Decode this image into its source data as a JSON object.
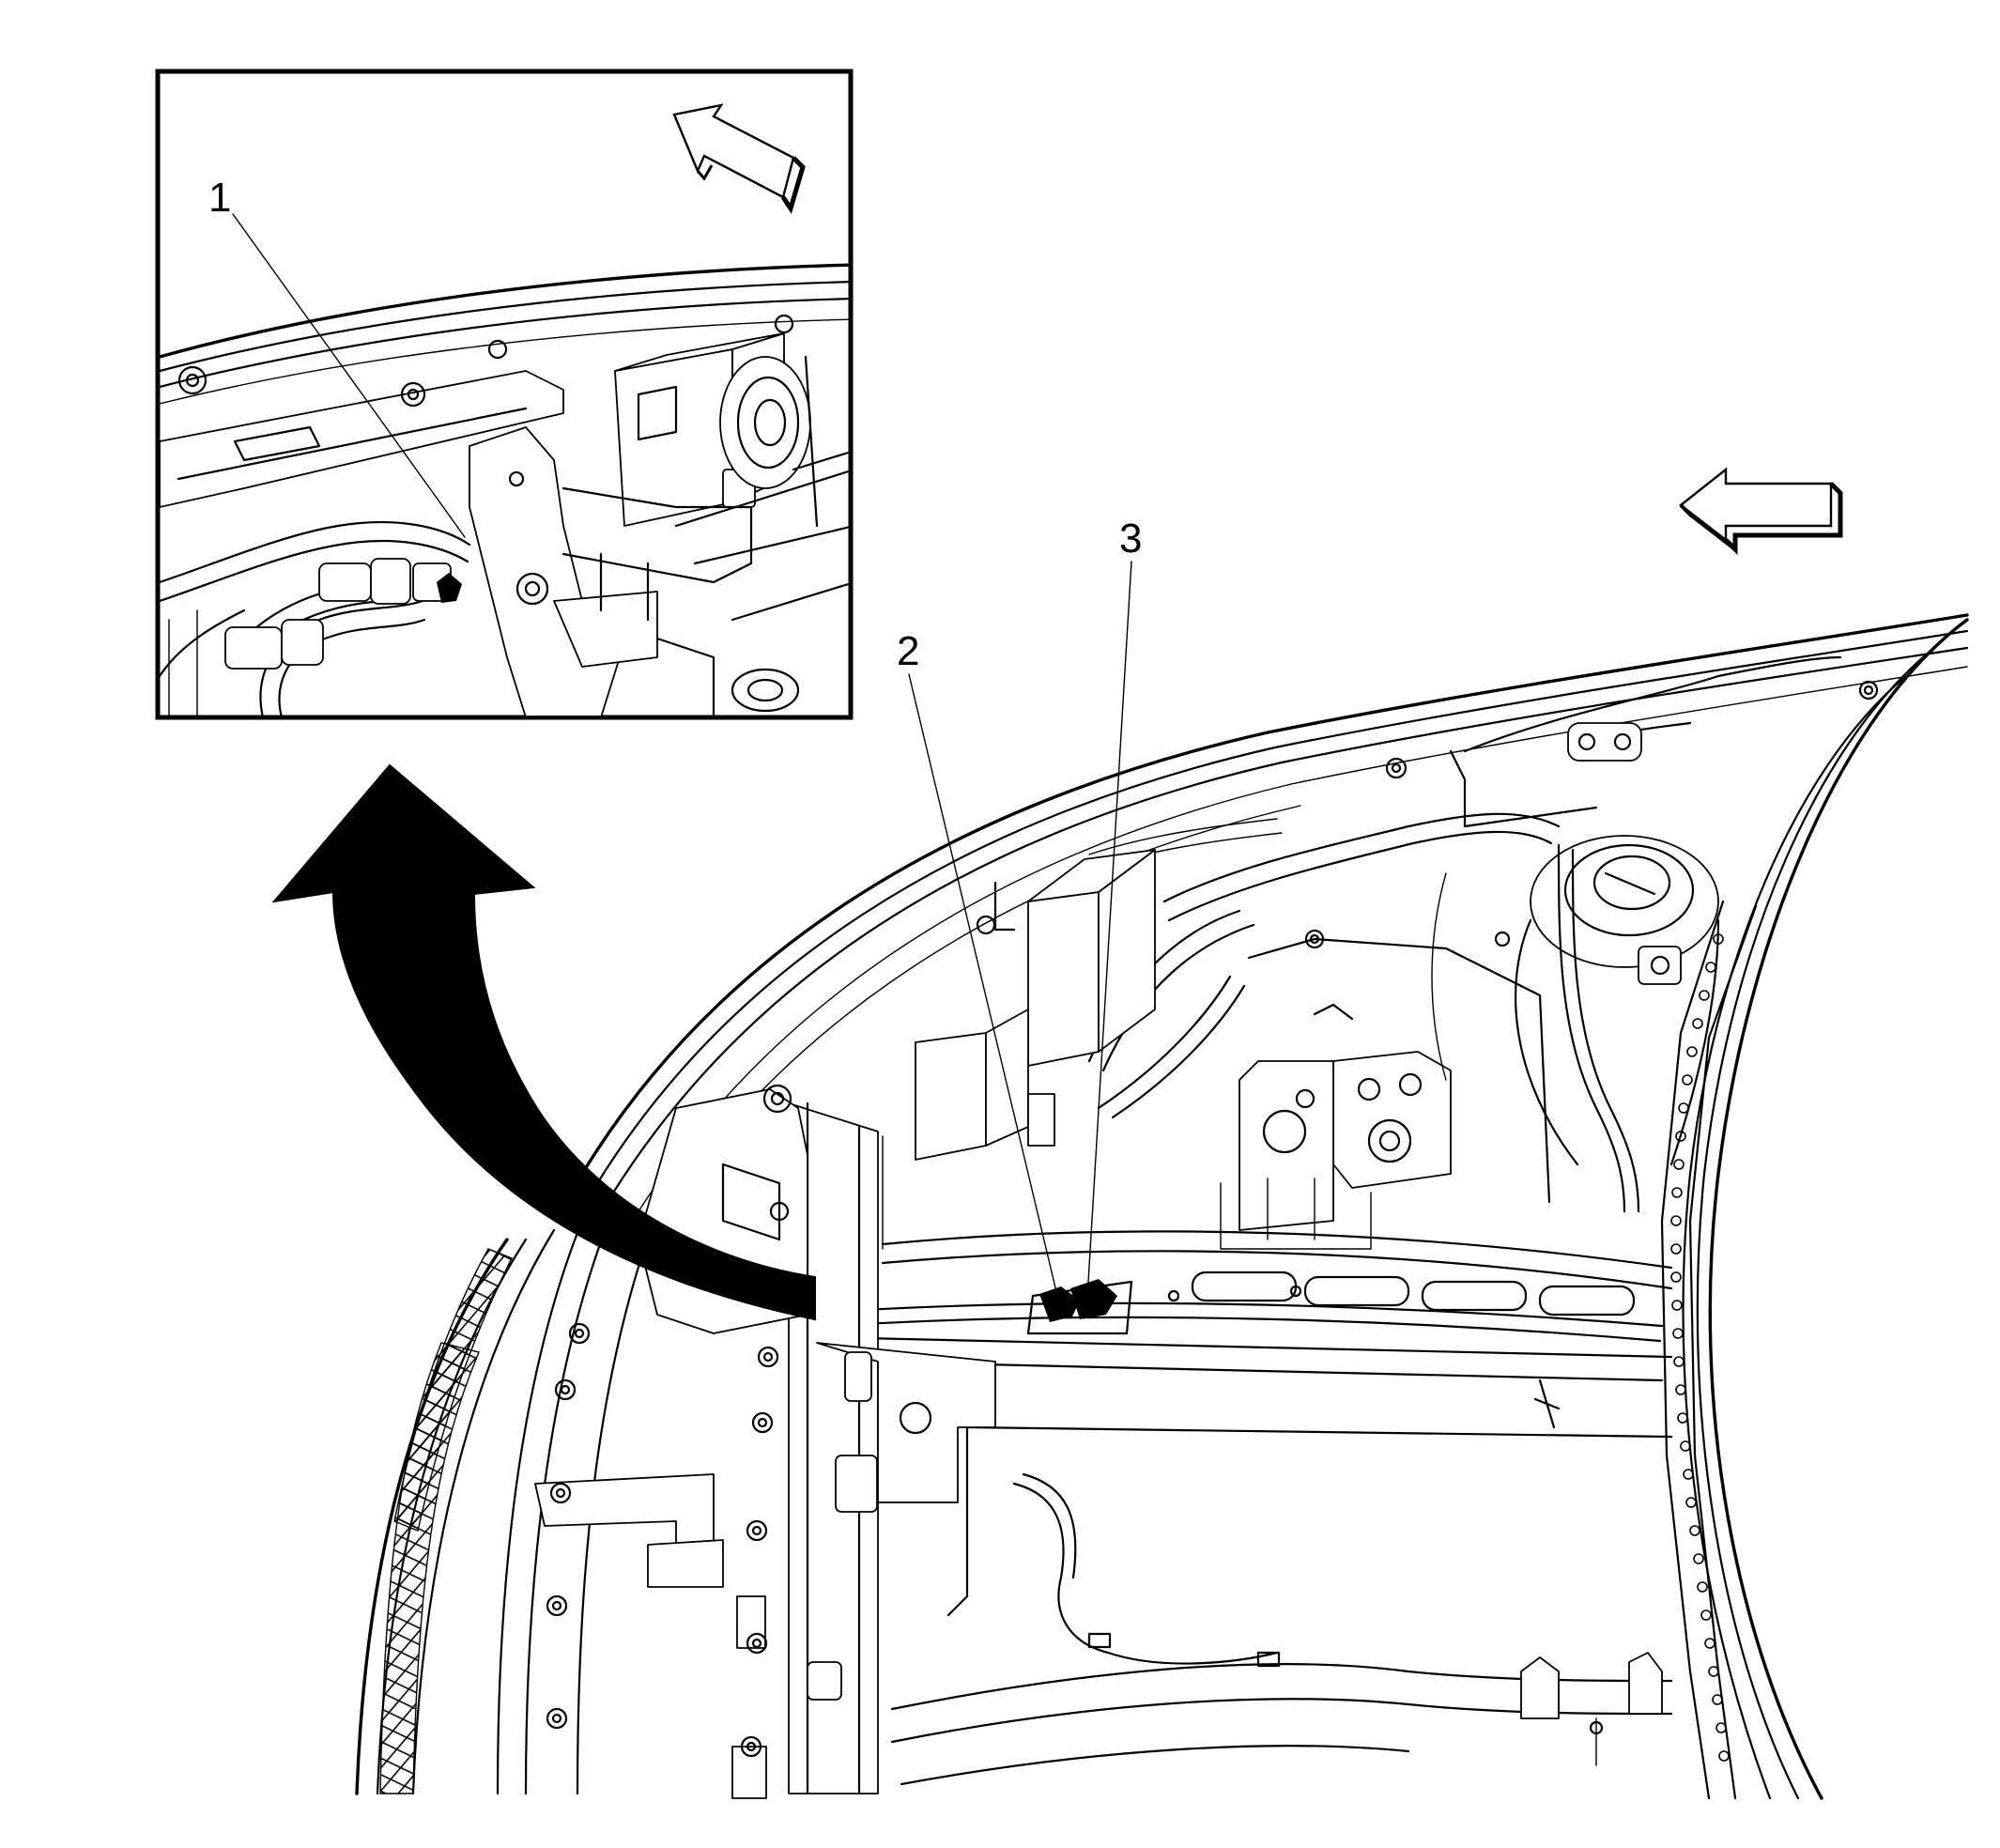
{
  "callouts": [
    {
      "id": "1",
      "label": "1"
    },
    {
      "id": "2",
      "label": "2"
    },
    {
      "id": "3",
      "label": "3"
    }
  ],
  "icons": {
    "inset_direction_arrow": "outline-arrow-up-left-icon",
    "main_direction_arrow": "outline-arrow-left-icon",
    "detail_indicator_arrow": "curved-solid-arrow-icon"
  },
  "colors": {
    "line": "#000000",
    "background": "#ffffff"
  }
}
